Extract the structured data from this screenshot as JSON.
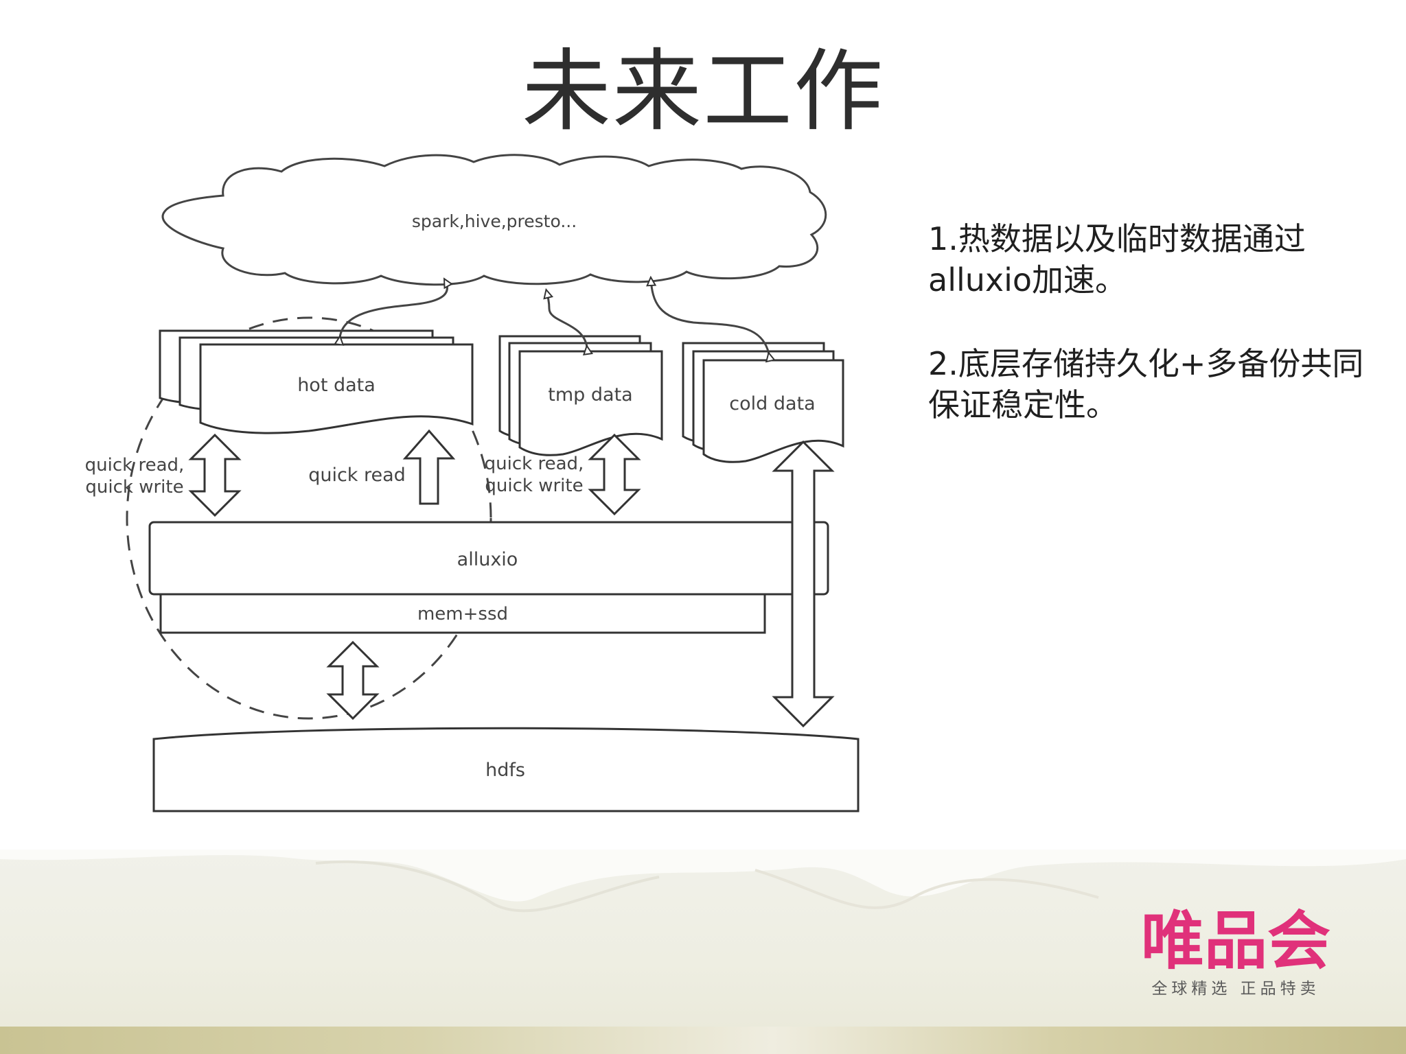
{
  "slide": {
    "title": "未来工作"
  },
  "diagram": {
    "cloud_label": "spark,hive,presto...",
    "hot_data_label": "hot data",
    "tmp_data_label": "tmp data",
    "cold_data_label": "cold data",
    "rw_left_line1": "quick read,",
    "rw_left_line2": "quick write",
    "read_only_label": "quick read",
    "rw_mid_line1": "quick read,",
    "rw_mid_line2": "quick write",
    "alluxio_label": "alluxio",
    "mem_label": "mem+ssd",
    "hdfs_label": "hdfs"
  },
  "notes": [
    {
      "text": "1.热数据以及临时数据通过alluxio加速。"
    },
    {
      "text": "2.底层存储持久化+多备份共同保证稳定性。"
    }
  ],
  "logo": {
    "name": "唯品会",
    "slogan": "全球精选 正品特卖",
    "color": "#e0317a"
  }
}
